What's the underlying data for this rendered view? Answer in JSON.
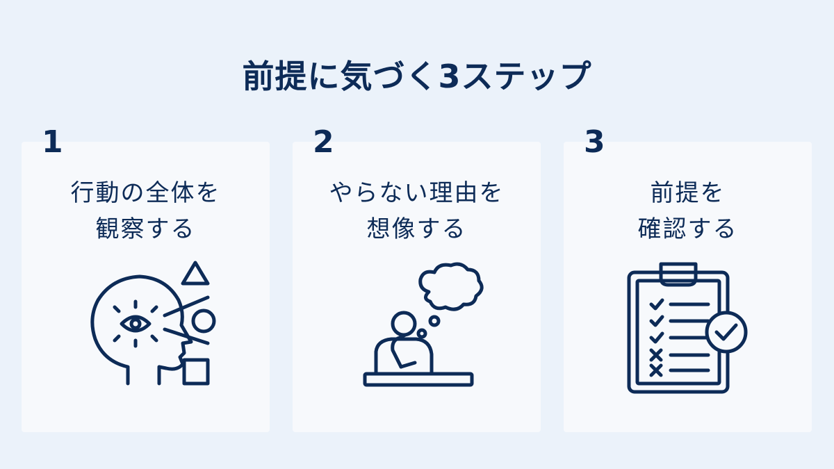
{
  "title": "前提に気づく3ステップ",
  "steps": [
    {
      "number": "1",
      "label_lines": [
        "行動の全体を",
        "観察する"
      ],
      "icon": "head-observe-icon"
    },
    {
      "number": "2",
      "label_lines": [
        "やらない理由を",
        "想像する"
      ],
      "icon": "thinking-person-icon"
    },
    {
      "number": "3",
      "label_lines": [
        "前提を",
        "確認する"
      ],
      "icon": "clipboard-checklist-icon"
    }
  ],
  "colors": {
    "background": "#ebf2fa",
    "card": "#f7f9fc",
    "text": "#0d2b57"
  }
}
